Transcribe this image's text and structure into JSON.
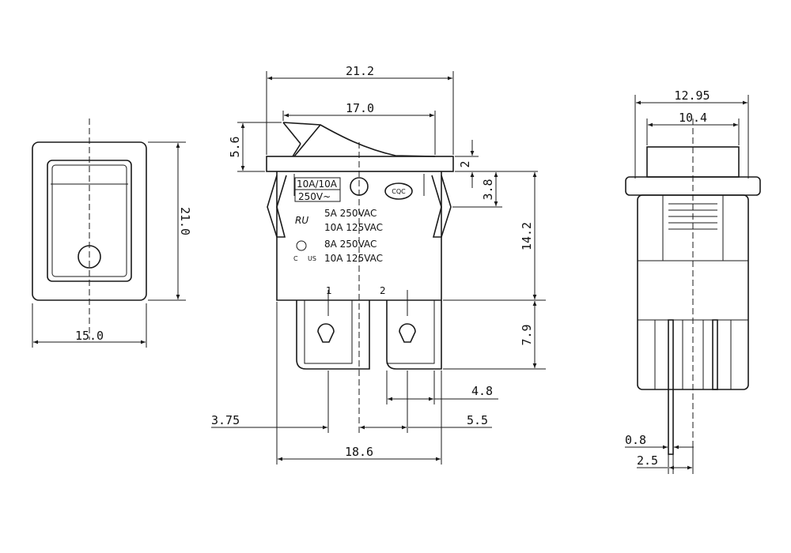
{
  "dimensions": {
    "front_width": "15.0",
    "front_height": "21.0",
    "overall_width": "21.2",
    "rocker_width": "17.0",
    "rocker_height": "5.6",
    "flange_thickness": "2",
    "flange_to_clip": "3.8",
    "body_height": "14.2",
    "terminal_length": "7.9",
    "terminal_width": "4.8",
    "terminal_offset": "3.75",
    "terminal_spacing": "5.5",
    "body_width": "18.6",
    "side_flange_width": "12.95",
    "side_rocker_width": "10.4",
    "terminal_thickness": "0.8",
    "terminal_pitch": "2.5"
  },
  "markings": {
    "rating_box_1": "10A/10A",
    "rating_box_2": "250V~",
    "cqc_logo": "CQC",
    "ul_logo": "RU",
    "rating_ul_1": "5A   250VAC",
    "rating_ul_2": "10A   125VAC",
    "csa_prefix": "C",
    "csa_suffix": "US",
    "rating_csa_1": "8A   250VAC",
    "rating_csa_2": "10A   125VAC",
    "terminal_1": "1",
    "terminal_2": "2"
  }
}
